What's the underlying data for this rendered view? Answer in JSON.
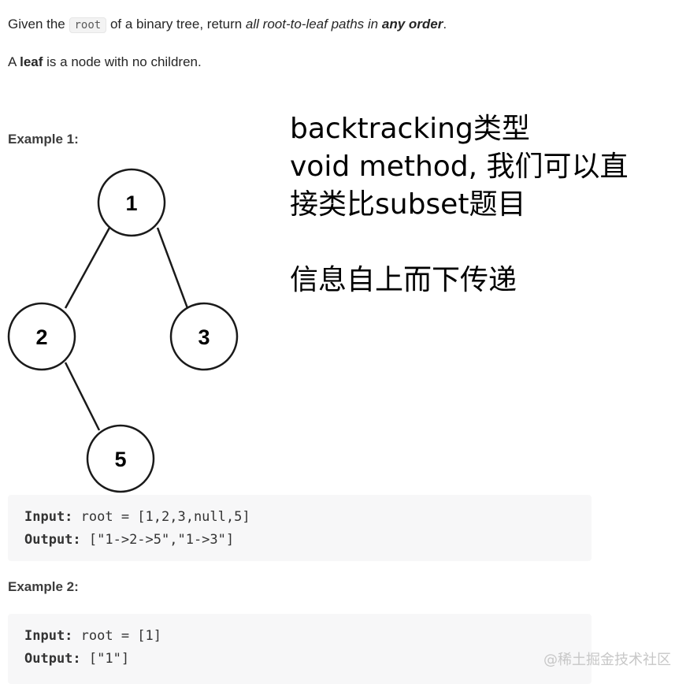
{
  "problem": {
    "intro_prefix": "Given the ",
    "intro_code": "root",
    "intro_middle": " of a binary tree, return ",
    "intro_italic": "all root-to-leaf paths in",
    "intro_space": " ",
    "intro_bold_italic": "any order",
    "intro_suffix": ".",
    "leaf_prefix": "A ",
    "leaf_bold": "leaf",
    "leaf_suffix": " is a node with no children."
  },
  "note": {
    "lines": [
      "backtracking类型",
      "void method, 我们可以直",
      "接类比subset题目",
      "",
      "信息自上而下传递"
    ]
  },
  "example1": {
    "heading": "Example 1:",
    "tree_nodes": [
      "1",
      "2",
      "3",
      "5"
    ],
    "input_label": "Input:",
    "input_value": " root = [1,2,3,null,5]",
    "output_label": "Output:",
    "output_value": " [\"1->2->5\",\"1->3\"]"
  },
  "example2": {
    "heading": "Example 2:",
    "input_label": "Input:",
    "input_value": " root = [1]",
    "output_label": "Output:",
    "output_value": " [\"1\"]"
  },
  "watermark": "@稀土掘金技术社区"
}
